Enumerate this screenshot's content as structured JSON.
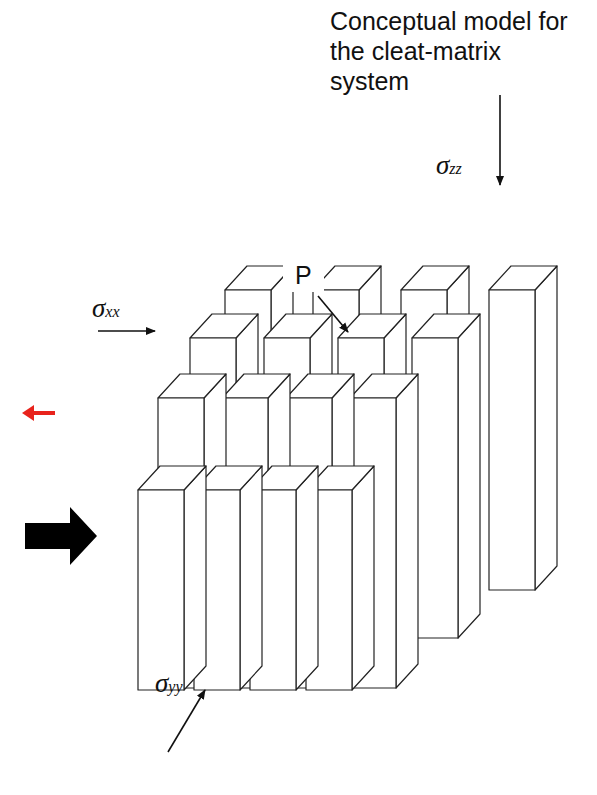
{
  "diagram": {
    "title": "Conceptual model for the cleat-matrix system",
    "labels": [
      "σzz",
      "σxx",
      "P",
      "σyy"
    ]
  }
}
